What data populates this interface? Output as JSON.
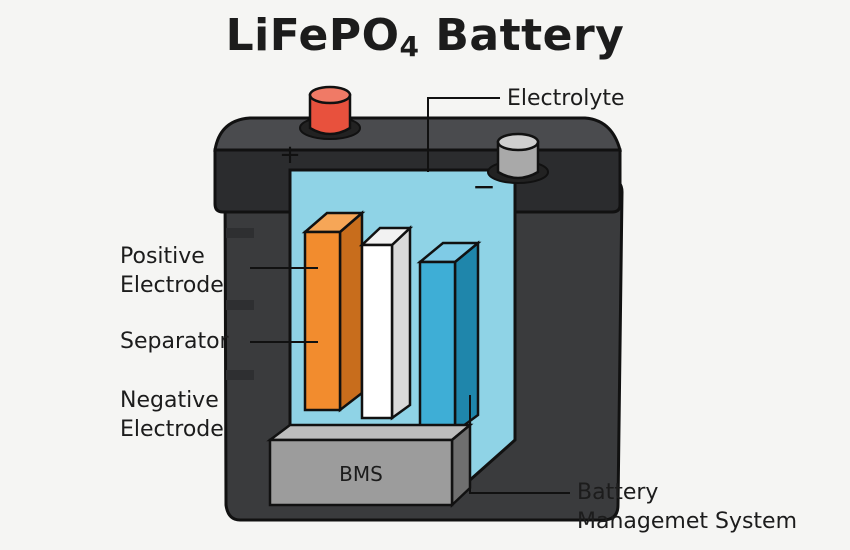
{
  "title": {
    "main": "LiFePO",
    "subscript": "4",
    "rest": " Battery"
  },
  "labels": {
    "electrolyte": "Electrolyte",
    "positive_electrode": [
      "Positive",
      "Electrode"
    ],
    "separator": "Separator",
    "negative_electrode": [
      "Negative",
      "Electrode"
    ],
    "bms": [
      "Battery",
      "Managemet System"
    ]
  },
  "bms_plate": "BMS",
  "terminals": {
    "positive_symbol": "+",
    "negative_symbol": "−"
  },
  "colors": {
    "casing": "#3a3b3d",
    "casing_top": "#2f3032",
    "electrolyte": "#8fd3e6",
    "positive_electrode": "#f28c2e",
    "separator": "#ffffff",
    "negative_electrode": "#3eaed6",
    "positive_terminal": "#e8513d",
    "negative_terminal": "#a9a9a9",
    "bms_plate": "#9c9c9c"
  }
}
